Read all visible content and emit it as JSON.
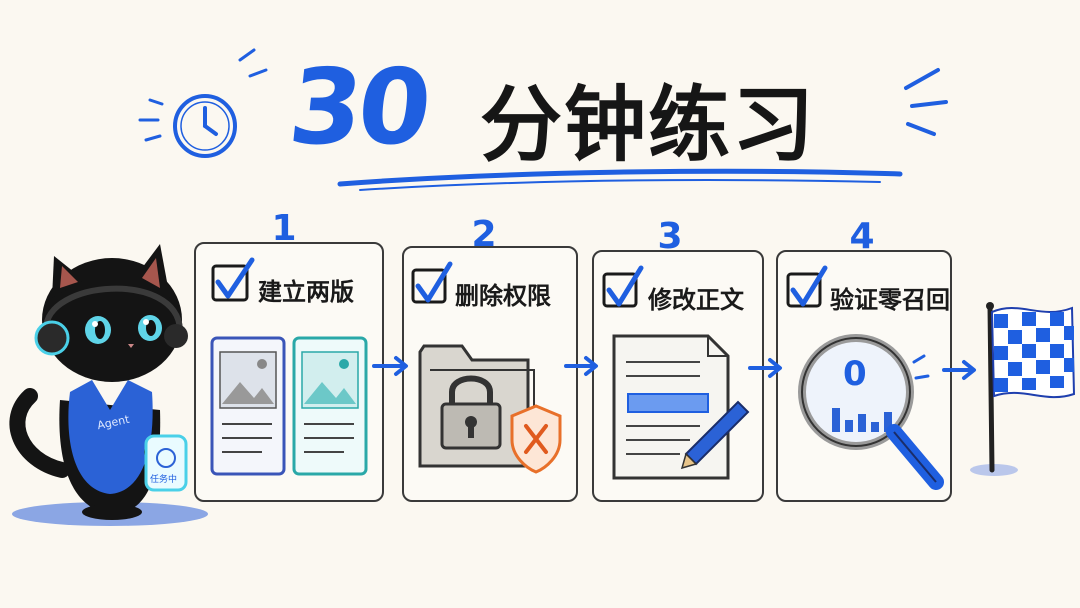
{
  "title": {
    "number": "30",
    "text": "分钟练习"
  },
  "steps": [
    {
      "number": "1",
      "label": "建立两版"
    },
    {
      "number": "2",
      "label": "删除权限"
    },
    {
      "number": "3",
      "label": "修改正文"
    },
    {
      "number": "4",
      "label": "验证零召回"
    }
  ],
  "mascot": {
    "vest_text": "Agent",
    "badge_text": "任务中"
  },
  "magnifier_value": "0",
  "colors": {
    "accent_blue": "#1f5fe0",
    "ink": "#161616",
    "background": "#fbf8f1",
    "warning_orange": "#e8702a",
    "teal": "#2aa8a8"
  }
}
